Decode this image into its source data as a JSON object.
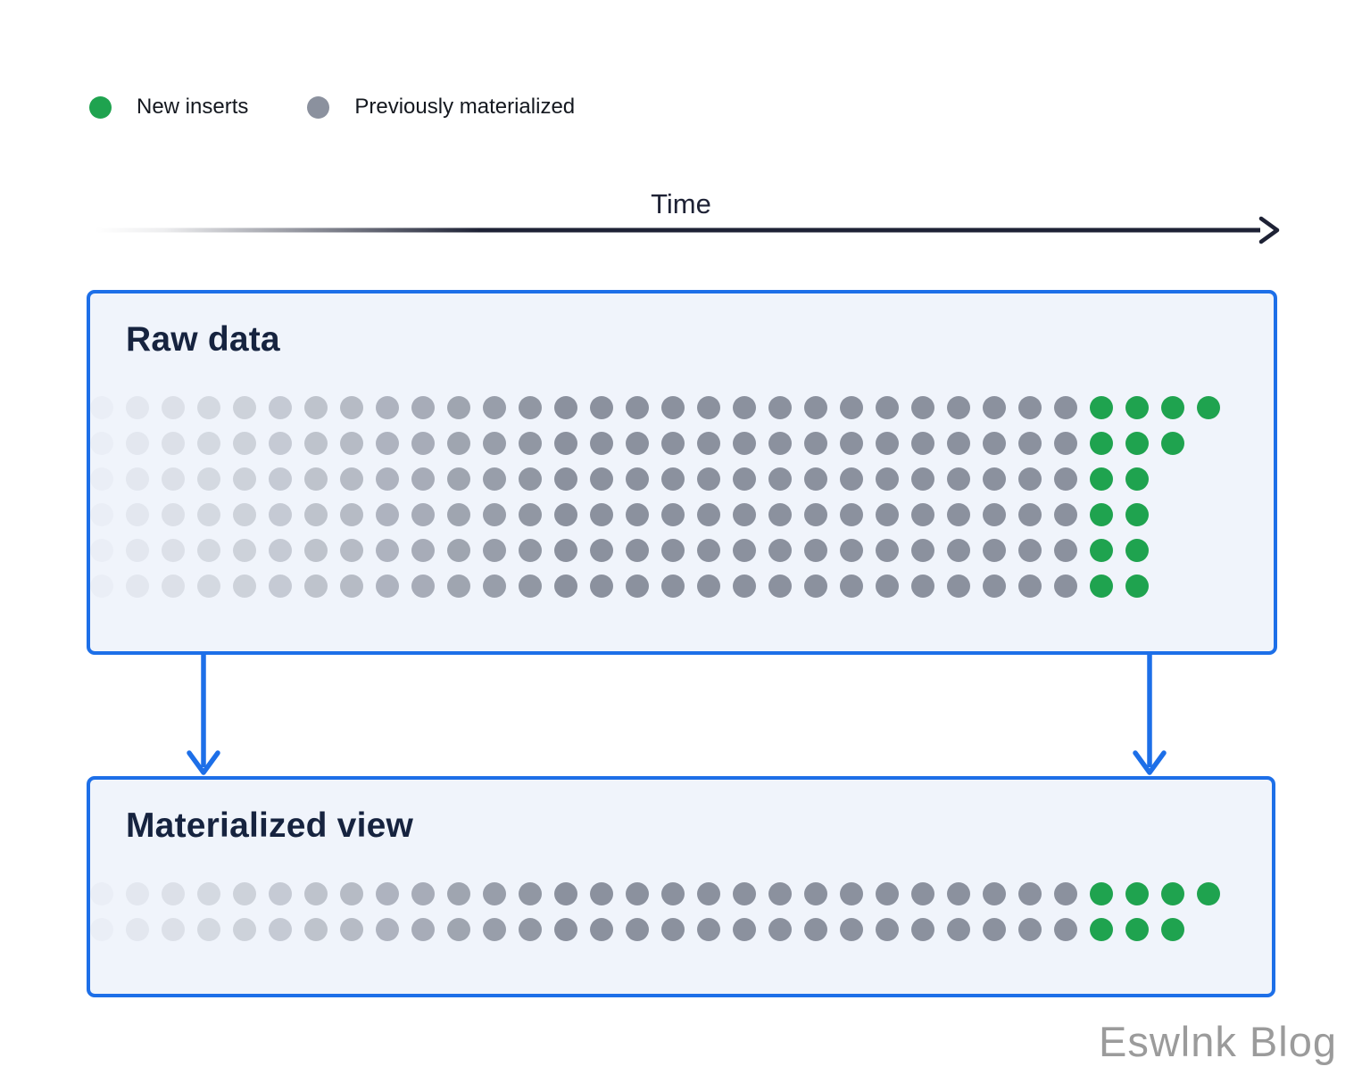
{
  "legend": {
    "items": [
      {
        "label": "New inserts",
        "color": "#1fa34f"
      },
      {
        "label": "Previously materialized",
        "color": "#8b919e"
      }
    ]
  },
  "timeline": {
    "label": "Time"
  },
  "raw_data_panel": {
    "title": "Raw data",
    "rows": [
      {
        "gray": 28,
        "green": 4
      },
      {
        "gray": 28,
        "green": 3
      },
      {
        "gray": 28,
        "green": 2
      },
      {
        "gray": 28,
        "green": 2
      },
      {
        "gray": 28,
        "green": 2
      },
      {
        "gray": 28,
        "green": 2
      }
    ]
  },
  "materialized_panel": {
    "title": "Materialized view",
    "rows": [
      {
        "gray": 28,
        "green": 4
      },
      {
        "gray": 28,
        "green": 3
      }
    ]
  },
  "colors": {
    "green": "#1fa34f",
    "gray": "#8b919e",
    "panel_border": "#1d6fe8",
    "panel_bg": "#f0f4fb",
    "arrow_blue": "#1d6fe8",
    "timeline_dark": "#1e2235",
    "title_text": "#16233f",
    "watermark": "#9b9b9b"
  },
  "watermark": "Eswlnk Blog"
}
